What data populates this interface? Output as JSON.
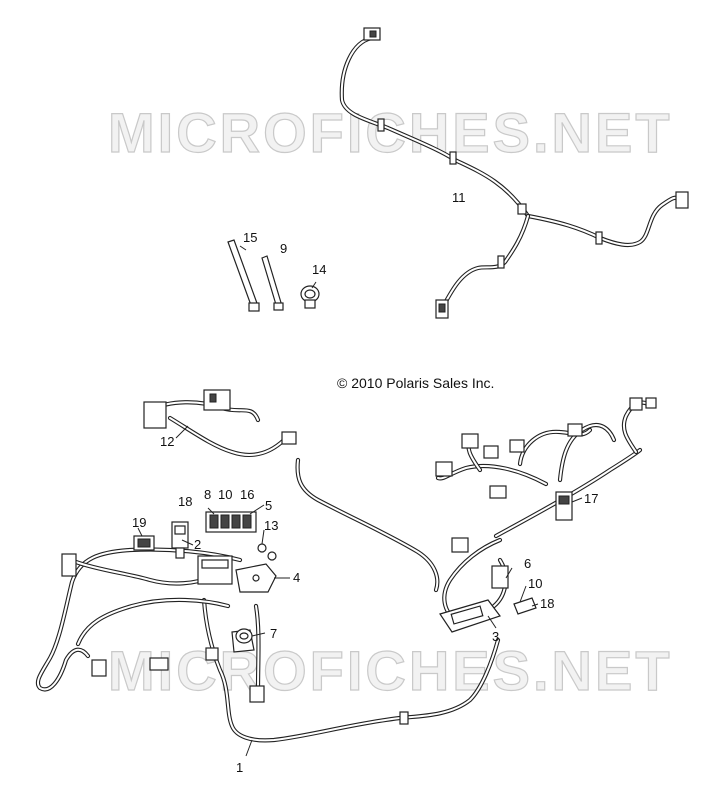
{
  "copyright": "© 2010 Polaris Sales Inc.",
  "watermarks": [
    "MICROFICHES.NET",
    "MICROFICHES.NET"
  ],
  "callouts": [
    {
      "id": "c1",
      "text": "1"
    },
    {
      "id": "c2",
      "text": "2"
    },
    {
      "id": "c3",
      "text": "3"
    },
    {
      "id": "c4",
      "text": "4"
    },
    {
      "id": "c5",
      "text": "5"
    },
    {
      "id": "c6",
      "text": "6"
    },
    {
      "id": "c7",
      "text": "7"
    },
    {
      "id": "c8",
      "text": "8"
    },
    {
      "id": "c9",
      "text": "9"
    },
    {
      "id": "c10a",
      "text": "10"
    },
    {
      "id": "c10b",
      "text": "10"
    },
    {
      "id": "c11",
      "text": "11"
    },
    {
      "id": "c12",
      "text": "12"
    },
    {
      "id": "c13",
      "text": "13"
    },
    {
      "id": "c14",
      "text": "14"
    },
    {
      "id": "c15",
      "text": "15"
    },
    {
      "id": "c16",
      "text": "16"
    },
    {
      "id": "c17",
      "text": "17"
    },
    {
      "id": "c18a",
      "text": "18"
    },
    {
      "id": "c18b",
      "text": "18"
    },
    {
      "id": "c19",
      "text": "19"
    }
  ]
}
